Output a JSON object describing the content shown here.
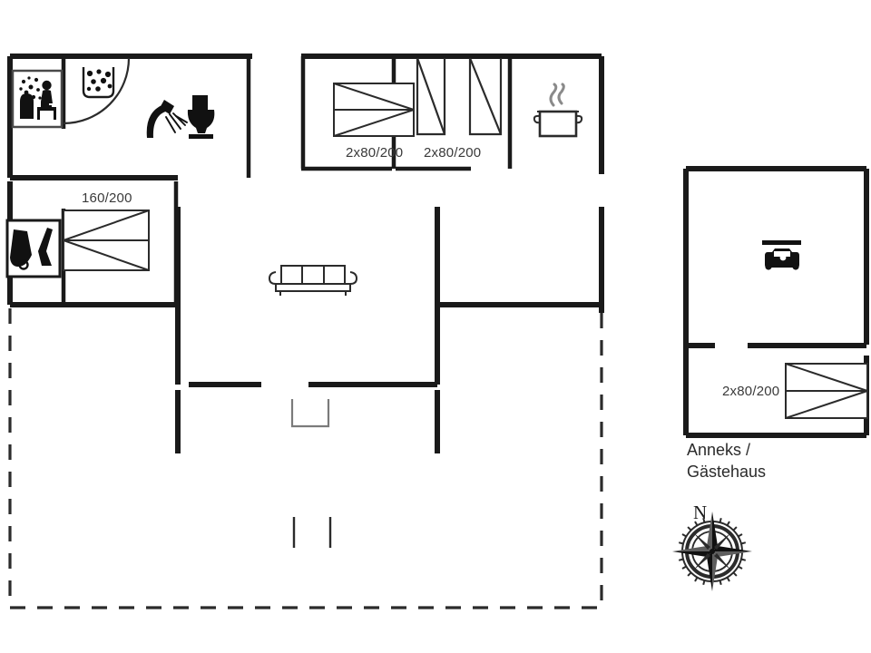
{
  "plan": {
    "title": "Holiday house floor plan",
    "main_building": {
      "name": "main-house",
      "rooms": [
        {
          "id": "sauna-room",
          "label": "",
          "icons": [
            "sauna-icon"
          ]
        },
        {
          "id": "bathroom",
          "label": "",
          "icons": [
            "dishwasher-icon",
            "shower-icon",
            "toilet-icon"
          ]
        },
        {
          "id": "bedroom-left",
          "label": "160/200",
          "icons": [
            "cleaning-icon"
          ]
        },
        {
          "id": "bedroom-middle",
          "label": "2x80/200",
          "icons": []
        },
        {
          "id": "bedroom-right",
          "label": "2x80/200",
          "icons": []
        },
        {
          "id": "kitchen",
          "label": "",
          "icons": [
            "cooking-pot-icon"
          ]
        },
        {
          "id": "living-room",
          "label": "",
          "icons": [
            "sofa-icon"
          ]
        },
        {
          "id": "terrace",
          "label": "",
          "icons": []
        }
      ]
    },
    "annex": {
      "name": "annex",
      "label_line1": "Anneks /",
      "label_line2": "Gästehaus",
      "rooms": [
        {
          "id": "carport",
          "label": "",
          "icons": [
            "carport-icon"
          ]
        },
        {
          "id": "annex-bedroom",
          "label": "2x80/200",
          "icons": []
        }
      ]
    },
    "dimensions": {
      "bed_left": "160/200",
      "bed_middle": "2x80/200",
      "bed_right": "2x80/200",
      "bed_annex": "2x80/200"
    },
    "compass": {
      "north_label": "N",
      "icon": "compass-rose-icon"
    },
    "colors": {
      "wall": "#1a1a1a",
      "furniture": "#2b2b2b",
      "icon": "#111111",
      "text": "#3a3a3a",
      "background": "#ffffff",
      "terrace_dash": "#2b2b2b"
    }
  }
}
